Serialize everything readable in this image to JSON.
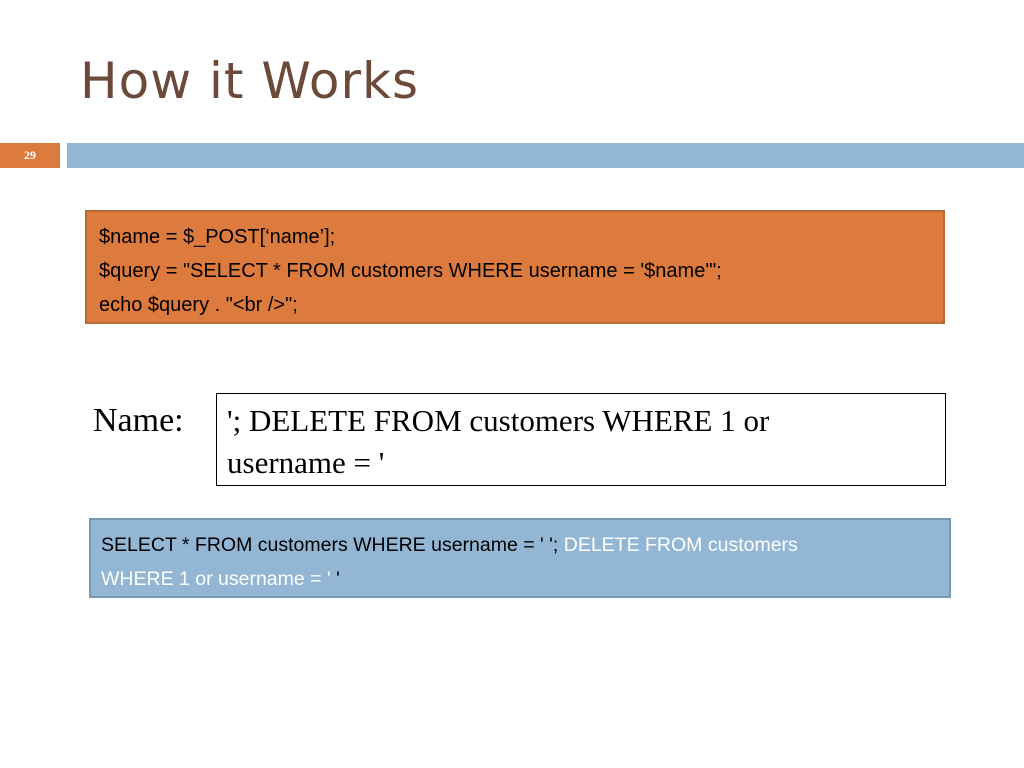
{
  "slide": {
    "title": "How it Works",
    "number": "29"
  },
  "code": {
    "lines": [
      "$name = $_POST[‘name’];",
      "$query = \"SELECT * FROM customers WHERE username = '$name'\";",
      "echo $query . \"<br />\";"
    ]
  },
  "form": {
    "label": "Name:",
    "value_line1": "'; DELETE FROM customers WHERE 1 or",
    "value_line2": "username = '"
  },
  "result": {
    "part1": "SELECT * FROM customers WHERE username = ' ';",
    "part2": " DELETE FROM customers",
    "part3": "WHERE 1 or username = '",
    "part4": " '"
  },
  "colors": {
    "accent_orange": "#dd7b3e",
    "accent_blue": "#93b6d4",
    "title_brown": "#6b4a3a"
  }
}
